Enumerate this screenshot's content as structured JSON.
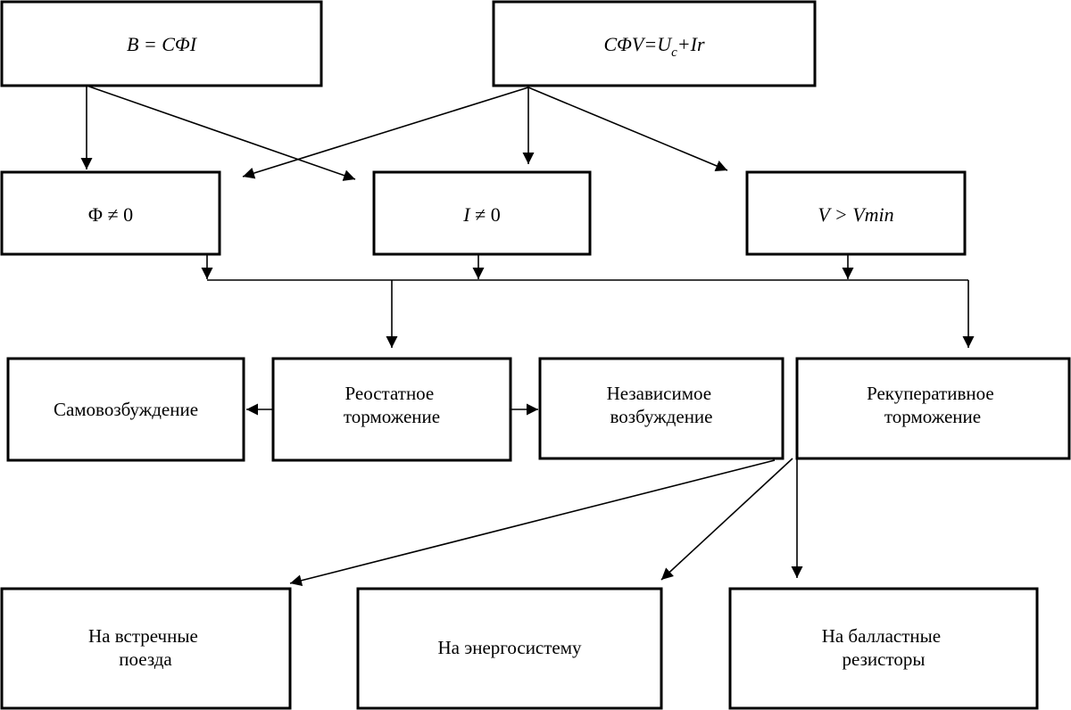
{
  "nodes": {
    "formula_b": {
      "text": "B = CΦI"
    },
    "formula_cfv": {
      "prefix": "CΦV=U",
      "sub": "c",
      "suffix": "+Ir"
    },
    "phi_ne_0": {
      "symbol": "Φ",
      "rest": " ≠ 0"
    },
    "i_ne_0": {
      "symbol": "I",
      "rest": " ≠ 0"
    },
    "v_gt_vmin": {
      "text": "V > Vmin"
    },
    "self_excitation": {
      "text": "Самовозбуждение"
    },
    "rheostatic_braking": {
      "line1": "Реостатное",
      "line2": "торможение"
    },
    "independent_excitation": {
      "line1": "Независимое",
      "line2": "возбуждение"
    },
    "regenerative_braking": {
      "line1": "Рекуперативное",
      "line2": "торможение"
    },
    "oncoming_trains": {
      "line1": "На встречные",
      "line2": "поезда"
    },
    "power_grid": {
      "text": "На энергосистему"
    },
    "ballast_resistors": {
      "line1": "На балластные",
      "line2": "резисторы"
    }
  }
}
